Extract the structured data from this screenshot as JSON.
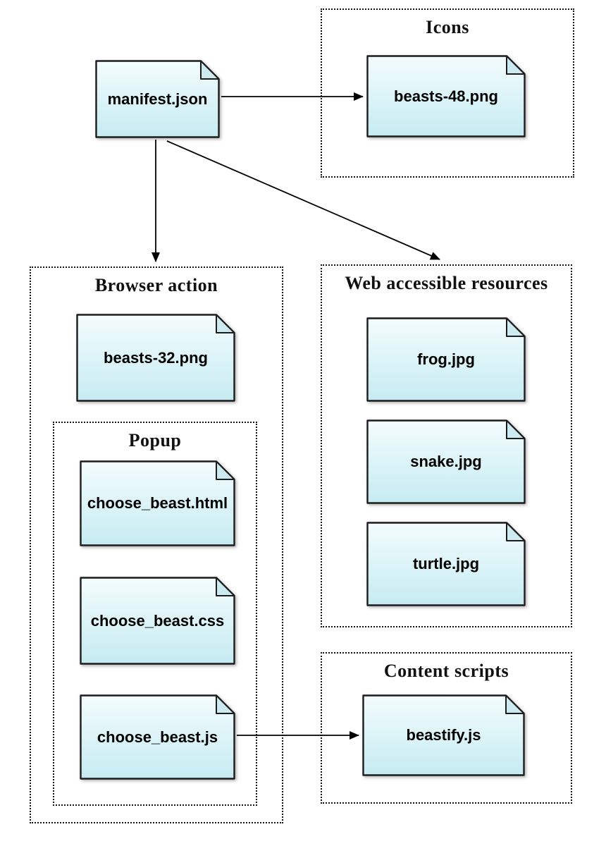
{
  "groups": {
    "icons": {
      "label": "Icons"
    },
    "browser_action": {
      "label": "Browser action"
    },
    "popup": {
      "label": "Popup"
    },
    "web_accessible_resources": {
      "label": "Web accessible resources"
    },
    "content_scripts": {
      "label": "Content scripts"
    }
  },
  "files": {
    "manifest_json": {
      "label": "manifest.json"
    },
    "beasts_48_png": {
      "label": "beasts-48.png"
    },
    "beasts_32_png": {
      "label": "beasts-32.png"
    },
    "choose_beast_html": {
      "label": "choose_beast.html"
    },
    "choose_beast_css": {
      "label": "choose_beast.css"
    },
    "choose_beast_js": {
      "label": "choose_beast.js"
    },
    "frog_jpg": {
      "label": "frog.jpg"
    },
    "snake_jpg": {
      "label": "snake.jpg"
    },
    "turtle_jpg": {
      "label": "turtle.jpg"
    },
    "beastify_js": {
      "label": "beastify.js"
    }
  },
  "edges": [
    {
      "from": "manifest.json",
      "to": "beasts-48.png"
    },
    {
      "from": "manifest.json",
      "to": "Browser action"
    },
    {
      "from": "manifest.json",
      "to": "Web accessible resources"
    },
    {
      "from": "choose_beast.js",
      "to": "beastify.js"
    }
  ],
  "colors": {
    "file_fill_top": "#f4fcfd",
    "file_fill_bottom": "#c6ebf2",
    "file_fold": "#cdeaf0",
    "file_border": "#1c1c1c",
    "group_border": "#151515",
    "arrow": "#000000",
    "background": "#ffffff"
  }
}
